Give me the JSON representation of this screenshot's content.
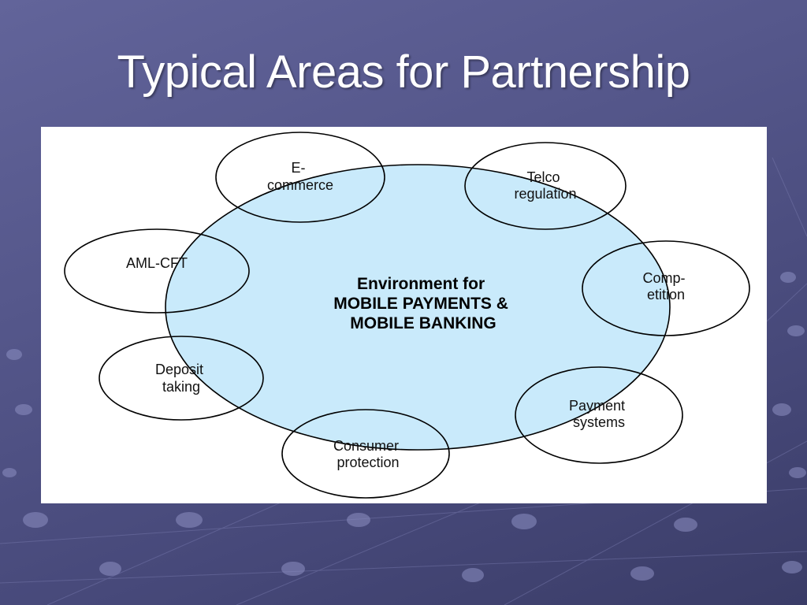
{
  "slide": {
    "title": "Typical Areas for Partnership",
    "background_color": "#55578b"
  },
  "diagram": {
    "center": {
      "lines": [
        "Environment for",
        "MOBILE PAYMENTS &",
        "MOBILE BANKING"
      ],
      "fill_color": "#c9eafb"
    },
    "nodes": [
      {
        "id": "ecommerce",
        "lines": [
          "E-",
          "commerce"
        ]
      },
      {
        "id": "telco-regulation",
        "lines": [
          "Telco",
          "regulation"
        ]
      },
      {
        "id": "aml-cft",
        "lines": [
          "AML-CFT"
        ]
      },
      {
        "id": "competition",
        "lines": [
          "Comp-",
          "etition"
        ]
      },
      {
        "id": "deposit-taking",
        "lines": [
          "Deposit",
          "taking"
        ]
      },
      {
        "id": "payment-systems",
        "lines": [
          "Payment",
          "systems"
        ]
      },
      {
        "id": "consumer-protection",
        "lines": [
          "Consumer",
          "protection"
        ]
      }
    ]
  }
}
